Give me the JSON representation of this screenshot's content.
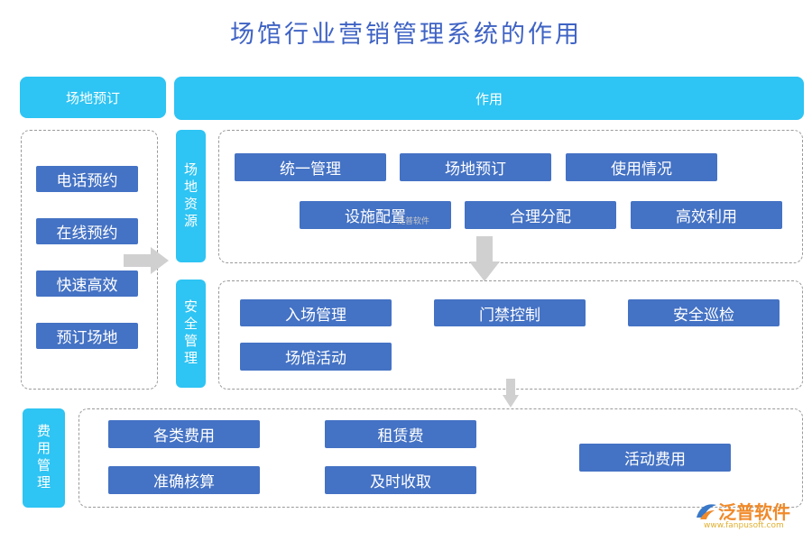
{
  "title": "场馆行业营销管理系统的作用",
  "headers": {
    "booking": "场地预订",
    "function": "作用",
    "resources": "场地资源",
    "safety": "安全管理",
    "fees": "费用管理"
  },
  "booking_items": [
    "电话预约",
    "在线预约",
    "快速高效",
    "预订场地"
  ],
  "resource_items": [
    "统一管理",
    "场地预订",
    "使用情况",
    "设施配置",
    "合理分配",
    "高效利用"
  ],
  "safety_items": [
    "入场管理",
    "门禁控制",
    "安全巡检",
    "场馆活动"
  ],
  "fee_items": [
    "各类费用",
    "租赁费",
    "活动费用",
    "准确核算",
    "及时收取"
  ],
  "watermark": "泛普软件",
  "logo": {
    "name": "泛普软件",
    "url": "www.fanpusoft.com"
  },
  "colors": {
    "header": "#2ec4f3",
    "box": "#4472c4",
    "title": "#3f63c4",
    "arrow": "#d0d0d0"
  }
}
